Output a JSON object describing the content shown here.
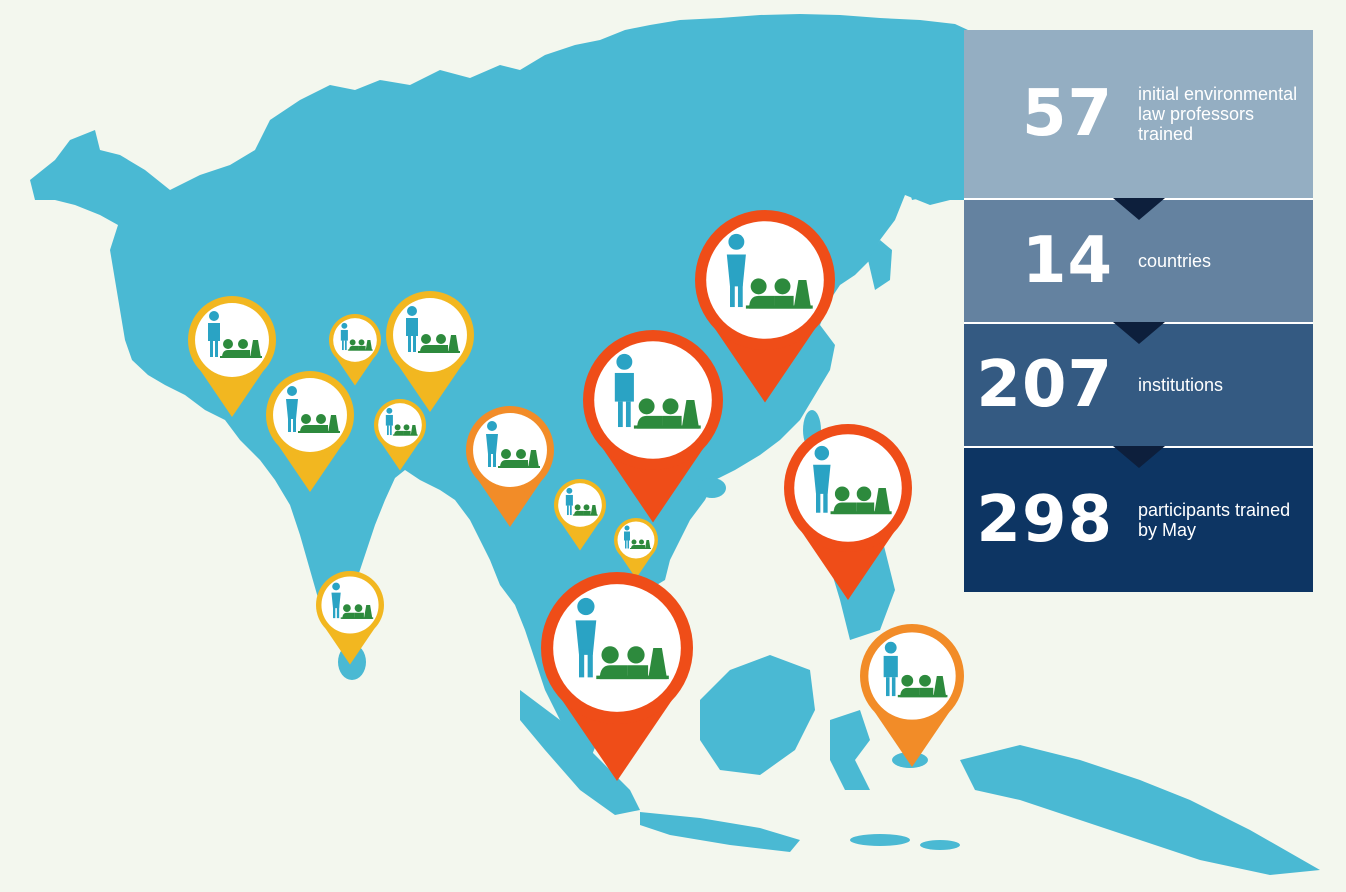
{
  "colors": {
    "land": "#4ab9d3",
    "pin_yellow": "#f2b720",
    "pin_orange": "#f28c28",
    "pin_red": "#ef4d18",
    "figure_teal": "#2aa3c4",
    "figure_green": "#2d8a3d",
    "stat_1": "#94aec2",
    "stat_2": "#6482a0",
    "stat_3": "#345a82",
    "stat_4": "#0d3563"
  },
  "stats": [
    {
      "number": "57",
      "label": "initial environmental law professors trained"
    },
    {
      "number": "14",
      "label": "countries"
    },
    {
      "number": "207",
      "label": "institutions"
    },
    {
      "number": "298",
      "label": "participants trained by May"
    }
  ],
  "pins": [
    {
      "kind": "yellow",
      "figure": "man"
    },
    {
      "kind": "yellow",
      "figure": "man"
    },
    {
      "kind": "yellow",
      "figure": "man"
    },
    {
      "kind": "yellow",
      "figure": "woman"
    },
    {
      "kind": "yellow",
      "figure": "man"
    },
    {
      "kind": "yellow",
      "figure": "woman"
    },
    {
      "kind": "orange",
      "figure": "woman"
    },
    {
      "kind": "yellow",
      "figure": "man"
    },
    {
      "kind": "yellow",
      "figure": "man"
    },
    {
      "kind": "red",
      "figure": "man"
    },
    {
      "kind": "red",
      "figure": "woman"
    },
    {
      "kind": "red",
      "figure": "woman"
    },
    {
      "kind": "red",
      "figure": "woman"
    },
    {
      "kind": "orange",
      "figure": "man"
    }
  ]
}
